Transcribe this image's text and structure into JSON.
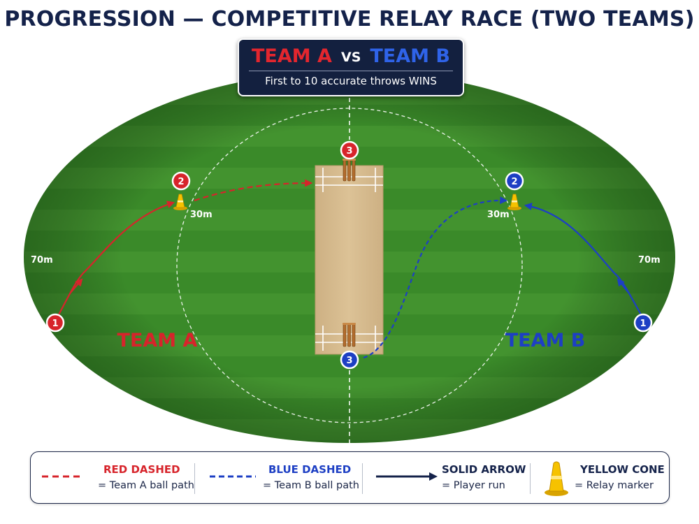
{
  "title": "PROGRESSION — COMPETITIVE RELAY RACE (TWO TEAMS)",
  "banner": {
    "team_a": "TEAM A",
    "vs": "VS",
    "team_b": "TEAM B",
    "subtitle": "First to 10 accurate throws WINS"
  },
  "field": {
    "team_a_label": "TEAM A",
    "team_b_label": "TEAM B",
    "distances": {
      "left_outer": "70m",
      "left_inner": "30m",
      "right_outer": "70m",
      "right_inner": "30m"
    },
    "team_a_markers": [
      "1",
      "2",
      "3"
    ],
    "team_b_markers": [
      "1",
      "2",
      "3"
    ]
  },
  "legend": {
    "red_title": "RED DASHED",
    "red_sub": "= Team A ball path",
    "blue_title": "BLUE DASHED",
    "blue_sub": "= Team B ball path",
    "arrow_title": "SOLID ARROW",
    "arrow_sub": "= Player run",
    "cone_title": "YELLOW CONE",
    "cone_sub": "= Relay marker"
  },
  "colors": {
    "team_a": "#d7242b",
    "team_b": "#1d3fc4",
    "grass": "#3f8f2e",
    "pitch": "#d5b98b",
    "cone": "#f6c200",
    "navy": "#14224a"
  },
  "icons": [
    "cone-icon",
    "stumps-icon",
    "arrow-icon"
  ]
}
